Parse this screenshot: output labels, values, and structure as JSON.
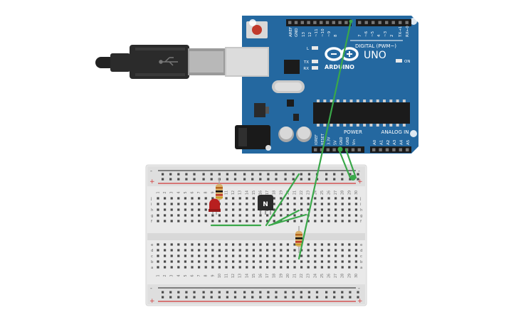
{
  "board": {
    "brand": "ARDUINO",
    "model": "UNO",
    "on_label": "ON",
    "led_l": "L",
    "led_tx": "TX",
    "led_rx": "RX",
    "digital_header": "DIGITAL (PWM~)",
    "power_header": "POWER",
    "analog_header": "ANALOG IN",
    "top_pins": [
      "AREF",
      "GND",
      "13",
      "12",
      "~11",
      "~10",
      "~9",
      "8",
      "7",
      "~6",
      "~5",
      "4",
      "~3",
      "2",
      "TX→1",
      "RX←0"
    ],
    "power_pins": [
      "IOREF",
      "RESET",
      "3.3V",
      "5V",
      "GND",
      "GND",
      "Vin"
    ],
    "analog_pins": [
      "A0",
      "A1",
      "A2",
      "A3",
      "A4",
      "A5"
    ]
  },
  "breadboard": {
    "columns": [
      "1",
      "2",
      "3",
      "4",
      "5",
      "6",
      "7",
      "8",
      "9",
      "10",
      "11",
      "12",
      "13",
      "14",
      "15",
      "16",
      "17",
      "18",
      "19",
      "20",
      "21",
      "22",
      "23",
      "24",
      "25",
      "26",
      "27",
      "28",
      "29",
      "30"
    ],
    "rows_top": [
      "j",
      "i",
      "h",
      "g",
      "f"
    ],
    "rows_bottom": [
      "e",
      "d",
      "c",
      "b",
      "a"
    ],
    "plus": "+",
    "minus": "-"
  },
  "transistor": {
    "label": "N"
  },
  "colors": {
    "board": "#2468a0",
    "board_dark": "#1c5384",
    "breadboard": "#eaeaea",
    "wire": "#3aa84a",
    "led": "#b81f1f",
    "rail_red": "#d23a3a",
    "rail_dark": "#444444"
  }
}
